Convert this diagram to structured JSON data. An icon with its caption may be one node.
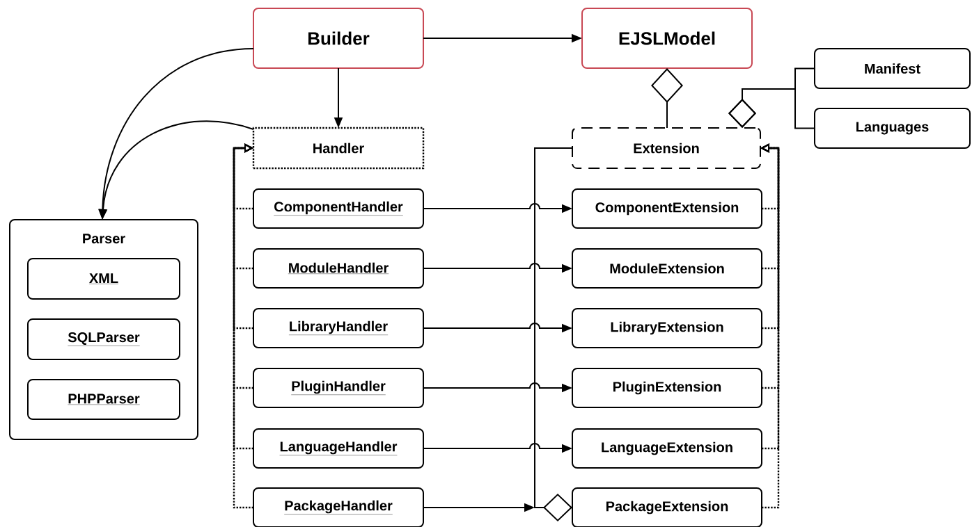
{
  "diagram": {
    "nodes": [
      {
        "text": [
          "Builder"
        ]
      },
      {
        "text": [
          "EJSLModel"
        ]
      },
      {
        "text": [
          "Manifest"
        ]
      },
      {
        "text": [
          "Languages"
        ]
      },
      {
        "text": [
          "Handler"
        ]
      },
      {
        "text": [
          "Extension"
        ]
      },
      {
        "text": [
          "Parser"
        ]
      },
      {
        "text": [
          "XML"
        ],
        "in": 6
      },
      {
        "text": [
          "SQLParser"
        ],
        "in": 6
      },
      {
        "text": [
          "PHPParser"
        ],
        "in": 6
      },
      {
        "text": [
          "ComponentHandler"
        ]
      },
      {
        "text": [
          "ComponentExtension"
        ]
      },
      {
        "text": [
          "ModuleHandler"
        ]
      },
      {
        "text": [
          "ModuleExtension"
        ]
      },
      {
        "text": [
          "LibraryHandler"
        ]
      },
      {
        "text": [
          "LibraryExtension"
        ]
      },
      {
        "text": [
          "PluginHandler"
        ]
      },
      {
        "text": [
          "PluginExtension"
        ]
      },
      {
        "text": [
          "LanguageHandler"
        ]
      },
      {
        "text": [
          "LanguageExtension"
        ]
      },
      {
        "text": [
          "PackageHandler"
        ]
      },
      {
        "text": [
          "PackageExtension"
        ]
      }
    ],
    "edges": [
      {
        "from": 0,
        "to": 1,
        "arrow": "to"
      },
      {
        "from": 0,
        "to": 4,
        "arrow": "to"
      },
      {
        "from": 0,
        "to": 6,
        "arrow": "to"
      },
      {
        "from": 4,
        "to": 6,
        "arrow": "to"
      },
      {
        "from": 5,
        "to": 1,
        "arrow": "other"
      },
      {
        "from": 2,
        "to": 5,
        "arrow": "other"
      },
      {
        "from": 3,
        "to": 5,
        "arrow": "other"
      },
      {
        "from": 10,
        "to": 4,
        "arrow": "to",
        "style": "dashed"
      },
      {
        "from": 12,
        "to": 4,
        "arrow": "to",
        "style": "dashed"
      },
      {
        "from": 14,
        "to": 4,
        "arrow": "to",
        "style": "dashed"
      },
      {
        "from": 16,
        "to": 4,
        "arrow": "to",
        "style": "dashed"
      },
      {
        "from": 18,
        "to": 4,
        "arrow": "to",
        "style": "dashed"
      },
      {
        "from": 20,
        "to": 4,
        "arrow": "to",
        "style": "dashed"
      },
      {
        "from": 11,
        "to": 5,
        "arrow": "to",
        "style": "dashed"
      },
      {
        "from": 13,
        "to": 5,
        "arrow": "to",
        "style": "dashed"
      },
      {
        "from": 15,
        "to": 5,
        "arrow": "to",
        "style": "dashed"
      },
      {
        "from": 17,
        "to": 5,
        "arrow": "to",
        "style": "dashed"
      },
      {
        "from": 19,
        "to": 5,
        "arrow": "to",
        "style": "dashed"
      },
      {
        "from": 21,
        "to": 5,
        "arrow": "to",
        "style": "dashed"
      },
      {
        "from": 10,
        "to": 11,
        "arrow": "to"
      },
      {
        "from": 12,
        "to": 13,
        "arrow": "to"
      },
      {
        "from": 14,
        "to": 15,
        "arrow": "to"
      },
      {
        "from": 16,
        "to": 17,
        "arrow": "to"
      },
      {
        "from": 18,
        "to": 19,
        "arrow": "to"
      },
      {
        "from": 20,
        "to": 21,
        "arrow": "to"
      },
      {
        "from": 5,
        "to": 21,
        "arrow": "other"
      }
    ]
  }
}
